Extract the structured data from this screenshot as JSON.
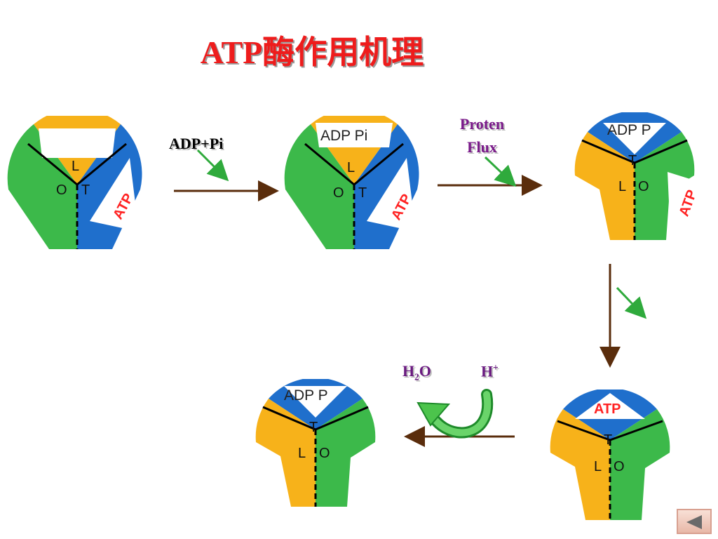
{
  "title": "ATP酶作用机理",
  "labels": {
    "adp_pi": "ADP+Pi",
    "proton_flux_line1": "Proten",
    "proton_flux_line2": "Flux",
    "h2o_h": "H",
    "h2o_sub": "2",
    "h2o_o": "O",
    "hplus_h": "H",
    "hplus_sup": "+"
  },
  "enzymes": [
    {
      "segments": [
        "L",
        "O",
        "T"
      ],
      "box_text": "",
      "atp_text": "ATP"
    },
    {
      "segments": [
        "L",
        "O",
        "T"
      ],
      "box_text": "ADP Pi",
      "atp_text": "ATP"
    },
    {
      "segments": [
        "T",
        "L",
        "O"
      ],
      "box_text": "ADP P",
      "atp_text": "ATP"
    },
    {
      "segments": [
        "T",
        "L",
        "O"
      ],
      "box_text": "ADP P",
      "atp_text": ""
    },
    {
      "segments": [
        "T",
        "L",
        "O"
      ],
      "box_text": "ATP",
      "atp_text": ""
    }
  ],
  "colors": {
    "title": "#ee1c1c",
    "yellow": "#f7b21a",
    "green": "#3cb94a",
    "blue": "#1f6fcc",
    "arrow_brown": "#5a2d0c",
    "arrow_green": "#2faa3c",
    "label_purple": "#7a1a8a"
  },
  "nav": {
    "icon": "back-triangle-icon"
  }
}
